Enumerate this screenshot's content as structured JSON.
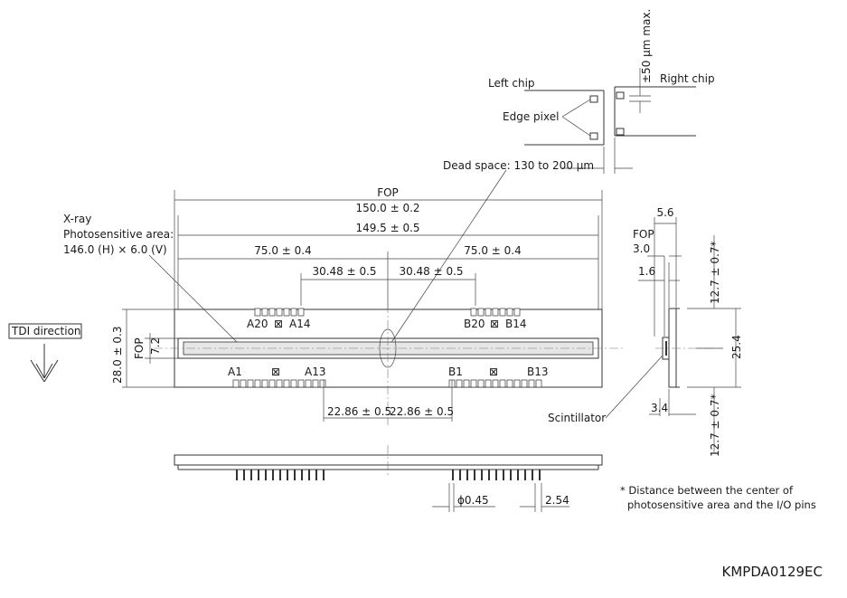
{
  "labels": {
    "left_chip": "Left chip",
    "right_chip": "Right chip",
    "edge_pixel": "Edge pixel",
    "gap_max": "±50 µm max.",
    "dead_space": "Dead space: 130 to 200 µm",
    "fop_top": "FOP",
    "dim_150": "150.0 ± 0.2",
    "dim_149": "149.5 ± 0.5",
    "xray": "X-ray",
    "photo_area": "Photosensitive area:",
    "photo_area_size": "146.0 (H) × 6.0 (V)",
    "dim_75_left": "75.0 ± 0.4",
    "dim_75_right": "75.0 ± 0.4",
    "dim_3048_left": "30.48 ± 0.5",
    "dim_3048_right": "30.48 ± 0.5",
    "pin_a20": "A20",
    "pin_a14": "A14",
    "pin_b20": "B20",
    "pin_b14": "B14",
    "pin_a1": "A1",
    "pin_a13": "A13",
    "pin_b1": "B1",
    "pin_b13": "B13",
    "tdi_direction": "TDI direction",
    "dim_28": "28.0 ± 0.3",
    "fop_left": "FOP",
    "dim_72": "7.2",
    "dim_2286_left": "22.86 ± 0.5",
    "dim_2286_right": "22.86 ± 0.5",
    "pin_dia": "ϕ0.45",
    "pin_pitch": "2.54",
    "side_fop": "FOP",
    "side_56": "5.6",
    "side_30": "3.0",
    "side_16": "1.6",
    "side_127_top": "12.7 ± 0.7*",
    "side_254": "25.4",
    "side_34": "3.4",
    "side_127_bottom": "12.7 ± 0.7*",
    "scintillator": "Scintillator",
    "note_line1": "* Distance between the center of",
    "note_line2": "photosensitive area and the I/O pins",
    "drawing_code": "KMPDA0129EC"
  },
  "marker_symbol": "⊠",
  "arrow_icon": "down-arrow-icon"
}
